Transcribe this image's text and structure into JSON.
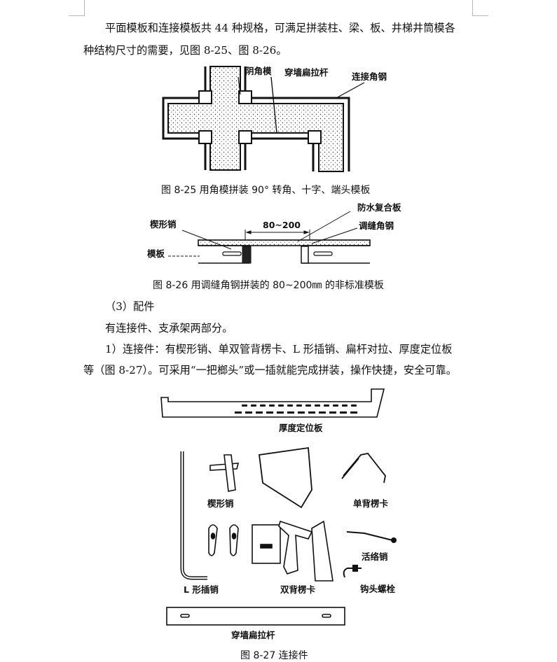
{
  "text": {
    "p1_line1": "平面模板和连接模板共 44 种规格，可满足拼装柱、梁、板、井梯井筒模各",
    "p1_line2": "种结构尺寸的需要，见图 8-25、图 8-26。",
    "section": "（3）配件",
    "p2": "有连接件、支承架两部分。",
    "p3_line1": "1）连接件：有楔形销、单双管背楞卡、L 形插销、扁杆对拉、厚度定位板",
    "p3_line2": "等（图 8-27）。可采用“一把榔头”或一插就能完成拼装，操作快捷，安全可靠。"
  },
  "fig25": {
    "caption": "图 8-25  用角模拼装 90°  转角、十字、端头模板",
    "labels": {
      "yinjiao": "阴角模",
      "chuanqiang": "穿墙扁拉杆",
      "lianjie": "连接角钢"
    }
  },
  "fig26": {
    "caption": "图 8-26  用调缝角钢拼装的 80~200㎜ 的非标准模板",
    "labels": {
      "xiexing": "楔形销",
      "fangshui": "防水复合板",
      "range": "80~200",
      "tiaofeng": "调缝角钢",
      "muban": "模板"
    }
  },
  "fig27": {
    "caption": "图 8-27  连接件",
    "labels": {
      "houdu": "厚度定位板",
      "xiexing": "楔形销",
      "danbei": "单背楞卡",
      "huoluo": "活络销",
      "lxing": "L 形插销",
      "shuangbei": "双背楞卡",
      "goutou": "钩头螺栓",
      "chuanqiang": "穿墙扁拉杆"
    }
  }
}
